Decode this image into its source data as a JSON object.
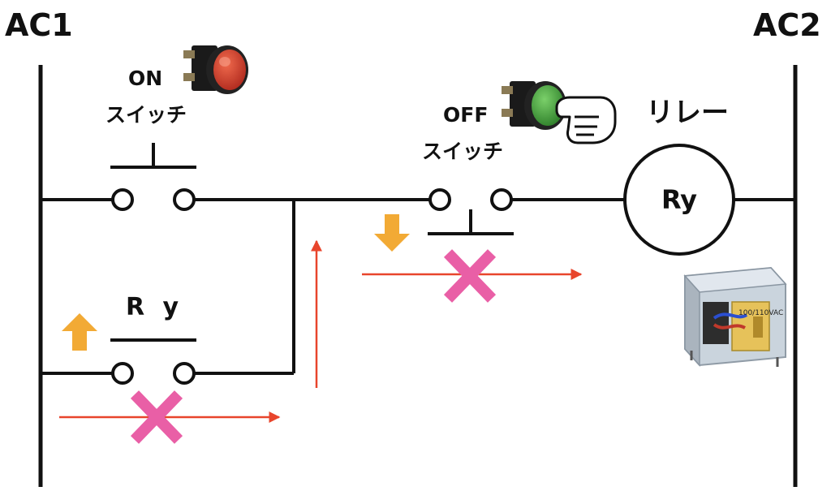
{
  "rails": {
    "left": "AC1",
    "right": "AC2"
  },
  "on_switch": {
    "line1": "ON",
    "line2": "スイッチ"
  },
  "off_switch": {
    "line1": "OFF",
    "line2": "スイッチ"
  },
  "relay": {
    "title": "リレー",
    "coil_label": "Ry",
    "body_label": "100/110VAC"
  },
  "contact": {
    "label": "R y"
  },
  "colors": {
    "wire": "#111111",
    "flow_arrow": "#e8452c",
    "cross": "#e95fa6",
    "motion_arrow": "#f2aa35",
    "on_button": "#d8382a",
    "off_button": "#3f9a3a",
    "button_body": "#1a1a1a"
  },
  "icons": [
    "on-pushbutton-icon",
    "off-pushbutton-icon",
    "pointing-hand-icon",
    "relay-icon",
    "cross-icon",
    "up-arrow-icon",
    "down-arrow-icon"
  ]
}
